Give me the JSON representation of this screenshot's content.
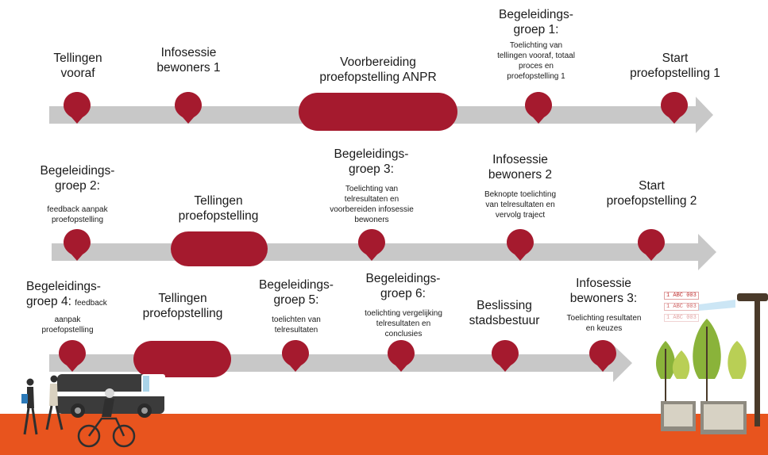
{
  "colors": {
    "marker": "#a51a2e",
    "arrow": "#c8c8c8",
    "ground": "#e8541e",
    "tree": "#8ab33a"
  },
  "row1": {
    "m1": {
      "title": [
        "Tellingen",
        "vooraf"
      ]
    },
    "m2": {
      "title": [
        "Infosessie",
        "bewoners 1"
      ]
    },
    "m3": {
      "title": [
        "Voorbereiding",
        "proefopstelling ANPR"
      ]
    },
    "m4": {
      "title": [
        "Begeleidings-",
        "groep 1:"
      ],
      "detail": [
        "Toelichting van",
        "tellingen vooraf, totaal",
        "proces en",
        "proefopstelling 1"
      ]
    },
    "m5": {
      "title": [
        "Start",
        "proefopstelling 1"
      ]
    }
  },
  "row2": {
    "m1": {
      "title": [
        "Begeleidings-",
        "groep 2:"
      ],
      "detail": [
        "feedback aanpak",
        "proefopstelling"
      ]
    },
    "m2": {
      "title": [
        "Tellingen",
        "proefopstelling"
      ]
    },
    "m3": {
      "title": [
        "Begeleidings-",
        "groep 3:"
      ],
      "detail": [
        "Toelichting van",
        "telresultaten en",
        "voorbereiden  infosessie",
        "bewoners"
      ]
    },
    "m4": {
      "title": [
        "Infosessie",
        "bewoners 2"
      ],
      "detail": [
        "Beknopte toelichting",
        "van telresultaten en",
        "vervolg traject"
      ]
    },
    "m5": {
      "title": [
        "Start",
        "proefopstelling 2"
      ]
    }
  },
  "row3": {
    "m1": {
      "title": [
        "Begeleidings-",
        "groep 4:"
      ],
      "inline": "feedback",
      "detail": [
        "aanpak",
        "proefopstelling"
      ]
    },
    "m2": {
      "title": [
        "Tellingen",
        "proefopstelling"
      ]
    },
    "m3": {
      "title": [
        "Begeleidings-",
        "groep 5:"
      ],
      "detail": [
        "toelichten van",
        "telresultaten"
      ]
    },
    "m4": {
      "title": [
        "Begeleidings-",
        "groep 6:"
      ],
      "detail": [
        "toelichting vergelijking",
        "telresultaten en",
        "conclusies"
      ]
    },
    "m5": {
      "title": [
        "Beslissing",
        "stadsbestuur"
      ]
    },
    "m6": {
      "title": [
        "Infosessie",
        "bewoners 3:"
      ],
      "detail": [
        "Toelichting resultaten",
        "en keuzes"
      ]
    }
  },
  "plates": [
    "1 ABC 003",
    "1 ABC 003",
    "1 ABC 003"
  ]
}
